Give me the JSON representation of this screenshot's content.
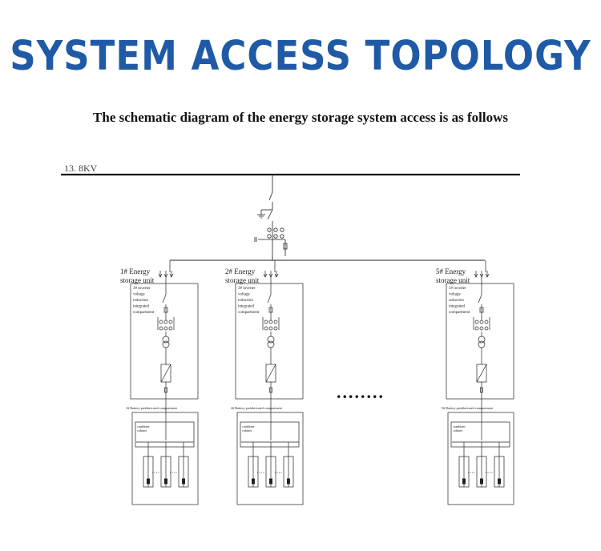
{
  "title": "SYSTEM ACCESS TOPOLOGY",
  "subtitle": "The schematic diagram of the energy storage system access is as follows",
  "bus_label": "13. 8KV",
  "ellipsis": "........",
  "units": [
    {
      "name_line1": "1# Energy",
      "name_line2": "storage unit",
      "compartment": [
        "3# inverter",
        "voltage",
        "reduction",
        "integrated",
        "compartment"
      ],
      "battery_label": "1# Battery prefabricated compartment",
      "cabinet_lines": [
        "combiner",
        "cabinet"
      ]
    },
    {
      "name_line1": "2# Energy",
      "name_line2": "storage unit",
      "compartment": [
        "3# inverter",
        "voltage",
        "reduction",
        "integrated",
        "compartment"
      ],
      "battery_label": "2# Battery prefabricated compartment",
      "cabinet_lines": [
        "combiner",
        "cabinet"
      ]
    },
    {
      "name_line1": "5# Energy",
      "name_line2": "storage unit",
      "compartment": [
        "5# inverter",
        "voltage",
        "reduction",
        "integrated",
        "compartment"
      ],
      "battery_label": "5# Battery prefabricated compartment",
      "cabinet_lines": [
        "combiner",
        "cabinet"
      ]
    }
  ]
}
